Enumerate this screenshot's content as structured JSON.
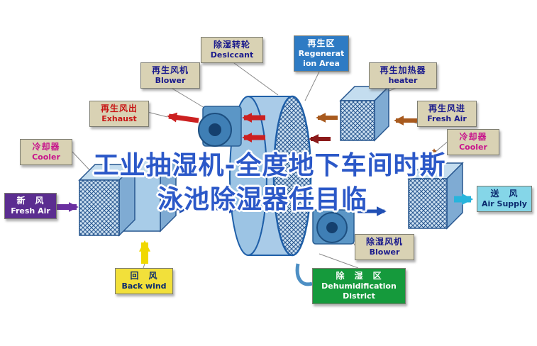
{
  "watermark": {
    "line1": "工业抽湿机-全度地下车间时斯",
    "line2": "泳池除湿器任目临",
    "color": "#2b58c8"
  },
  "labels": [
    {
      "id": "regen-blower",
      "zh": "再生风机",
      "en": "Blower",
      "bg": "#d9d2b4",
      "fg": "#1a1a8c"
    },
    {
      "id": "desiccant",
      "zh": "除湿转轮",
      "en": "Desiccant",
      "bg": "#d9d2b4",
      "fg": "#1a1a8c"
    },
    {
      "id": "regen-area",
      "zh": "再生区",
      "en": "Regeneration Area",
      "bg": "#2e7bc4",
      "fg": "#ffffff"
    },
    {
      "id": "regen-heater",
      "zh": "再生加热器",
      "en": "heater",
      "bg": "#d9d2b4",
      "fg": "#1a1a8c"
    },
    {
      "id": "exhaust",
      "zh": "再生风出",
      "en": "Exhaust",
      "bg": "#d9d2b4",
      "fg": "#c81414"
    },
    {
      "id": "cooler-left",
      "zh": "冷却器",
      "en": "Cooler",
      "bg": "#d9d2b4",
      "fg": "#c8148c"
    },
    {
      "id": "regen-fresh-air",
      "zh": "再生风进",
      "en": "Fresh Air",
      "bg": "#d9d2b4",
      "fg": "#1a1a8c"
    },
    {
      "id": "cooler-right",
      "zh": "冷却器",
      "en": "Cooler",
      "bg": "#d9d2b4",
      "fg": "#c8148c"
    },
    {
      "id": "fresh-air",
      "zh": "新　风",
      "en": "Fresh Air",
      "bg": "#5b2d90",
      "fg": "#ffffff"
    },
    {
      "id": "air-supply",
      "zh": "送　风",
      "en": "Air Supply",
      "bg": "#85d6e8",
      "fg": "#0a2a6e"
    },
    {
      "id": "back-wind",
      "zh": "回　风",
      "en": "Back wind",
      "bg": "#f2e03a",
      "fg": "#0a2a6e"
    },
    {
      "id": "dehum-blower",
      "zh": "除湿风机",
      "en": "Blower",
      "bg": "#d9d2b4",
      "fg": "#1a1a8c"
    },
    {
      "id": "dehum-district",
      "zh": "除　湿　区",
      "en": "Dehumidification District",
      "bg": "#159a3c",
      "fg": "#ffffff"
    }
  ],
  "diagram_colors": {
    "rotor_outline": "#1f5fa8",
    "rotor_body": "#a9cbe8",
    "arrow_red": "#cc2020",
    "arrow_brown": "#a85a1e",
    "arrow_darkred": "#8b1a1a",
    "arrow_blue": "#2150b4",
    "arrow_purple": "#6a2fa0",
    "arrow_yellow": "#f0d800",
    "arrow_cyan": "#28b4dc"
  }
}
